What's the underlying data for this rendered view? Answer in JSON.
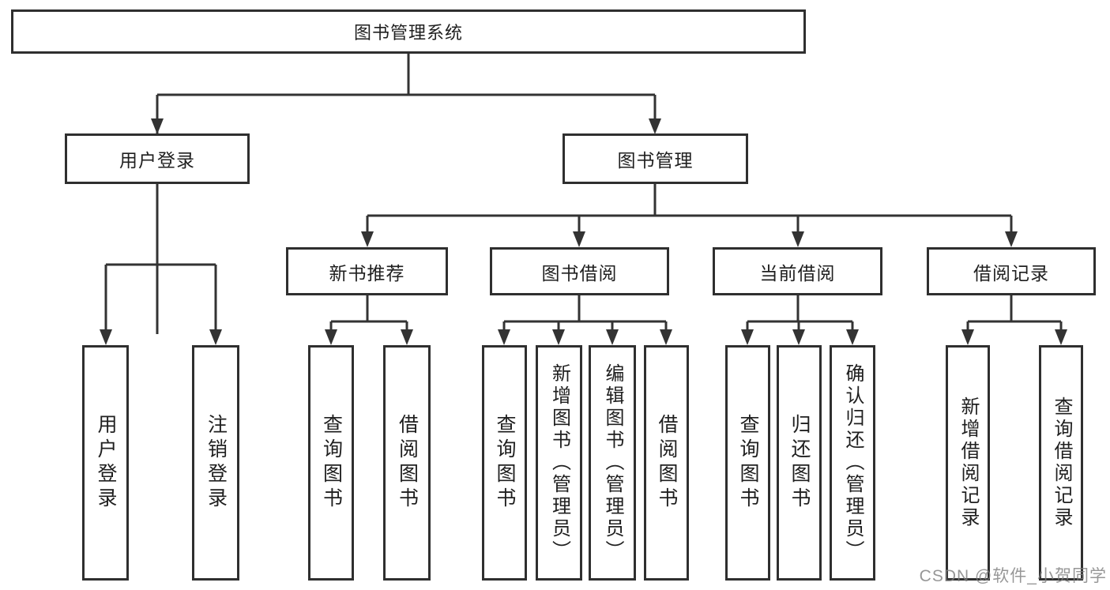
{
  "diagram_type": "tree",
  "hierarchy": {
    "label": "图书管理系统",
    "children": [
      {
        "label": "用户登录",
        "children": [
          {
            "label": "用户登录"
          },
          {
            "label": "注销登录"
          }
        ]
      },
      {
        "label": "图书管理",
        "children": [
          {
            "label": "新书推荐",
            "children": [
              {
                "label": "查询图书"
              },
              {
                "label": "借阅图书"
              }
            ]
          },
          {
            "label": "图书借阅",
            "children": [
              {
                "label": "查询图书"
              },
              {
                "label": "新增图书（管理员）"
              },
              {
                "label": "编辑图书（管理员）"
              },
              {
                "label": "借阅图书"
              }
            ]
          },
          {
            "label": "当前借阅",
            "children": [
              {
                "label": "查询图书"
              },
              {
                "label": "归还图书"
              },
              {
                "label": "确认归还（管理员）"
              }
            ]
          },
          {
            "label": "借阅记录",
            "children": [
              {
                "label": "新增借阅记录"
              },
              {
                "label": "查询借阅记录"
              }
            ]
          }
        ]
      }
    ]
  },
  "watermark": {
    "text": "CSDN @软件_小贺同学"
  },
  "colors": {
    "line": "#333333",
    "box_border": "#2f2f2f",
    "text": "#1f1f1f",
    "watermark": "#9b9b9b",
    "background": "#ffffff"
  }
}
